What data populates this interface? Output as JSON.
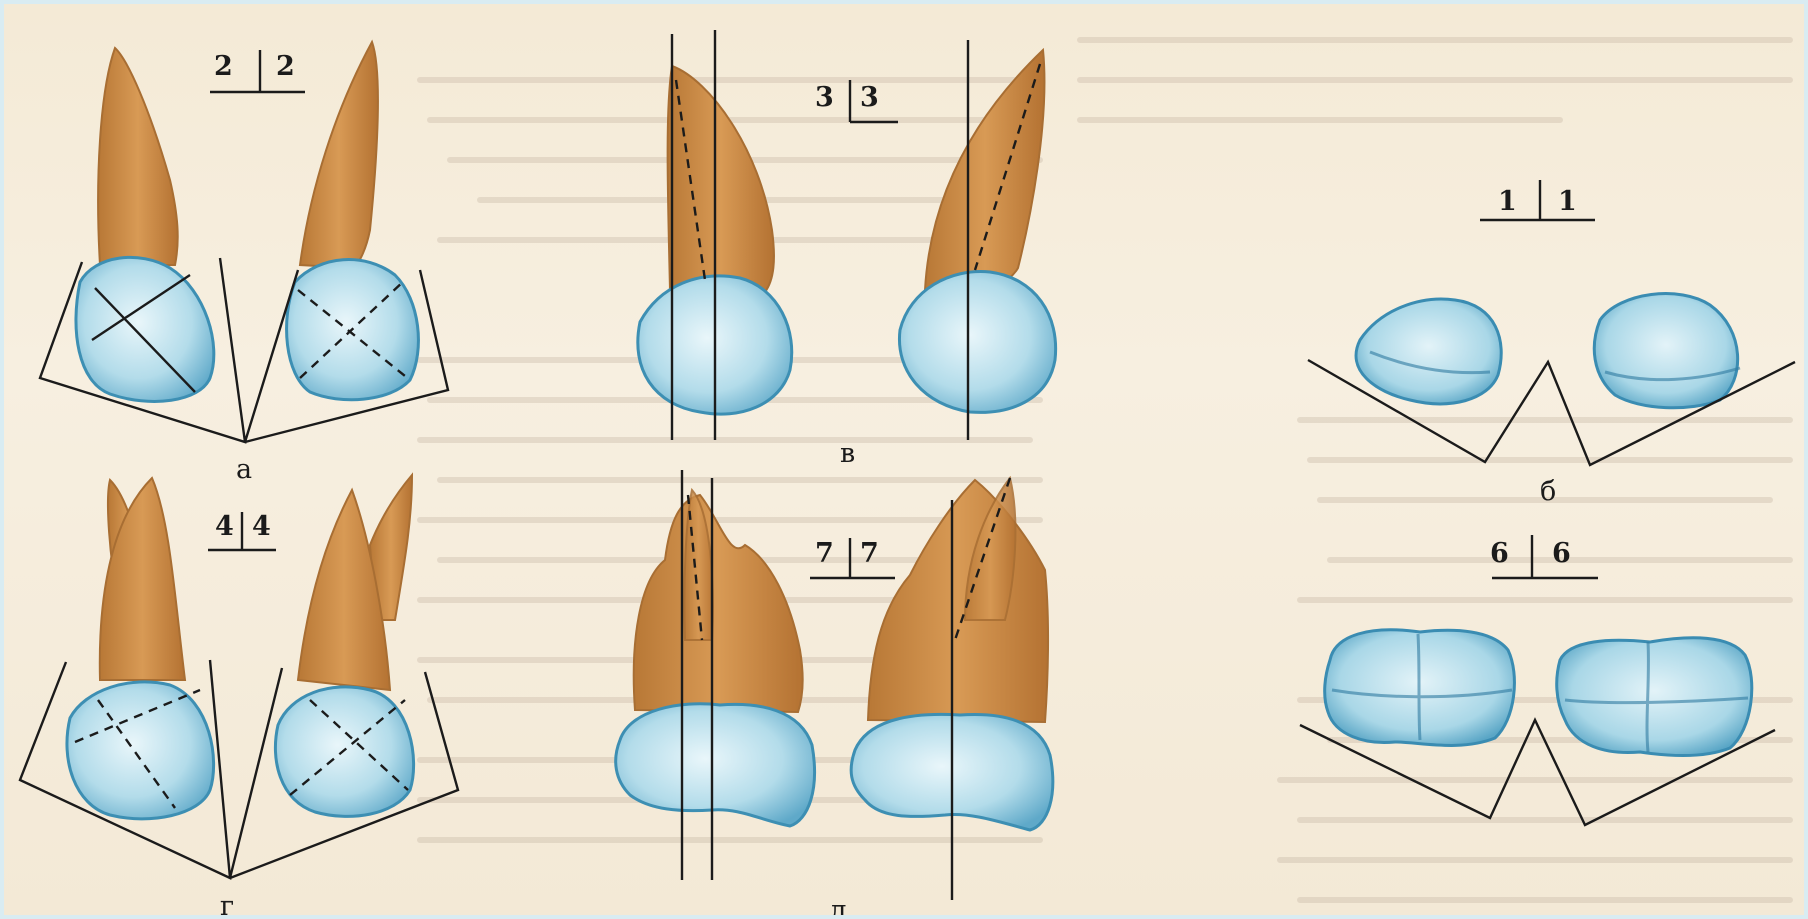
{
  "figure_labels": {
    "a": "а",
    "b": "б",
    "v": "в",
    "g": "г",
    "d": "д"
  },
  "tooth_formulas": [
    {
      "left": "2",
      "right": "2"
    },
    {
      "left": "3",
      "right": "3"
    },
    {
      "left": "1",
      "right": "1"
    },
    {
      "left": "4",
      "right": "4"
    },
    {
      "left": "7",
      "right": "7"
    },
    {
      "left": "6",
      "right": "6"
    }
  ],
  "colors": {
    "root": "#c98a45",
    "crown": "#9fd3e5",
    "outline": "#3d8fb3",
    "ink": "#1b1b1b",
    "paper": "#f6efe0"
  }
}
